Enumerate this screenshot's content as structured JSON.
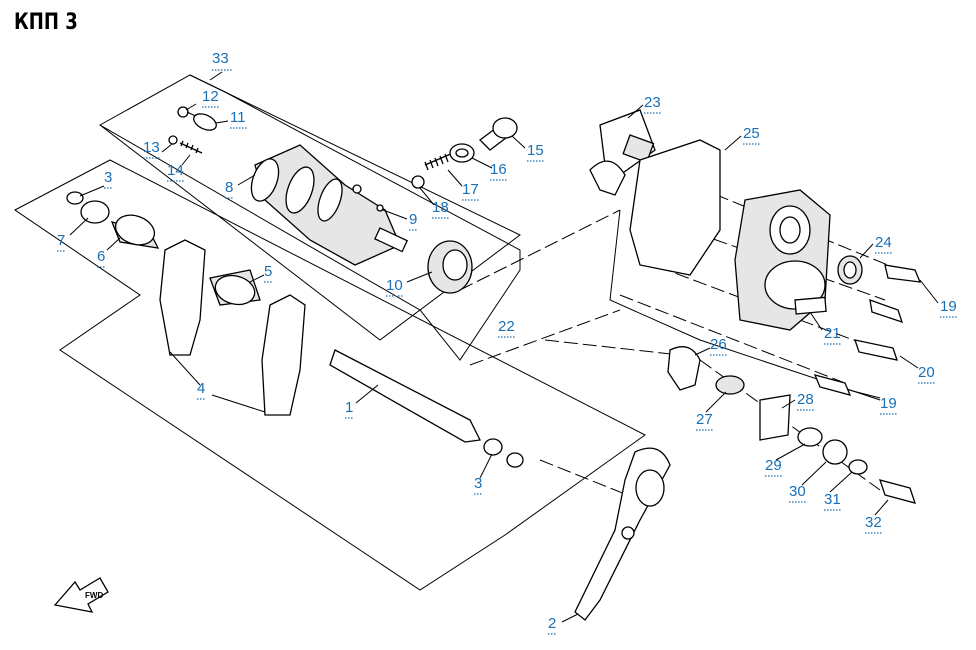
{
  "title": "КПП 3",
  "fwd_label": "FWD",
  "callouts": [
    {
      "id": "c33",
      "text": "33"
    },
    {
      "id": "c12",
      "text": "12"
    },
    {
      "id": "c11",
      "text": "11"
    },
    {
      "id": "c13",
      "text": "13"
    },
    {
      "id": "c14",
      "text": "14"
    },
    {
      "id": "c3a",
      "text": "3"
    },
    {
      "id": "c8",
      "text": "8"
    },
    {
      "id": "c7",
      "text": "7"
    },
    {
      "id": "c6",
      "text": "6"
    },
    {
      "id": "c5",
      "text": "5"
    },
    {
      "id": "c4",
      "text": "4"
    },
    {
      "id": "c1",
      "text": "1"
    },
    {
      "id": "c3b",
      "text": "3"
    },
    {
      "id": "c9",
      "text": "9"
    },
    {
      "id": "c10",
      "text": "10"
    },
    {
      "id": "c18",
      "text": "18"
    },
    {
      "id": "c17",
      "text": "17"
    },
    {
      "id": "c16",
      "text": "16"
    },
    {
      "id": "c15",
      "text": "15"
    },
    {
      "id": "c22",
      "text": "22"
    },
    {
      "id": "c23",
      "text": "23"
    },
    {
      "id": "c25",
      "text": "25"
    },
    {
      "id": "c24",
      "text": "24"
    },
    {
      "id": "c19a",
      "text": "19"
    },
    {
      "id": "c21",
      "text": "21"
    },
    {
      "id": "c20",
      "text": "20"
    },
    {
      "id": "c19b",
      "text": "19"
    },
    {
      "id": "c26",
      "text": "26"
    },
    {
      "id": "c27",
      "text": "27"
    },
    {
      "id": "c28",
      "text": "28"
    },
    {
      "id": "c29",
      "text": "29"
    },
    {
      "id": "c30",
      "text": "30"
    },
    {
      "id": "c31",
      "text": "31"
    },
    {
      "id": "c32",
      "text": "32"
    },
    {
      "id": "c2",
      "text": "2"
    }
  ]
}
